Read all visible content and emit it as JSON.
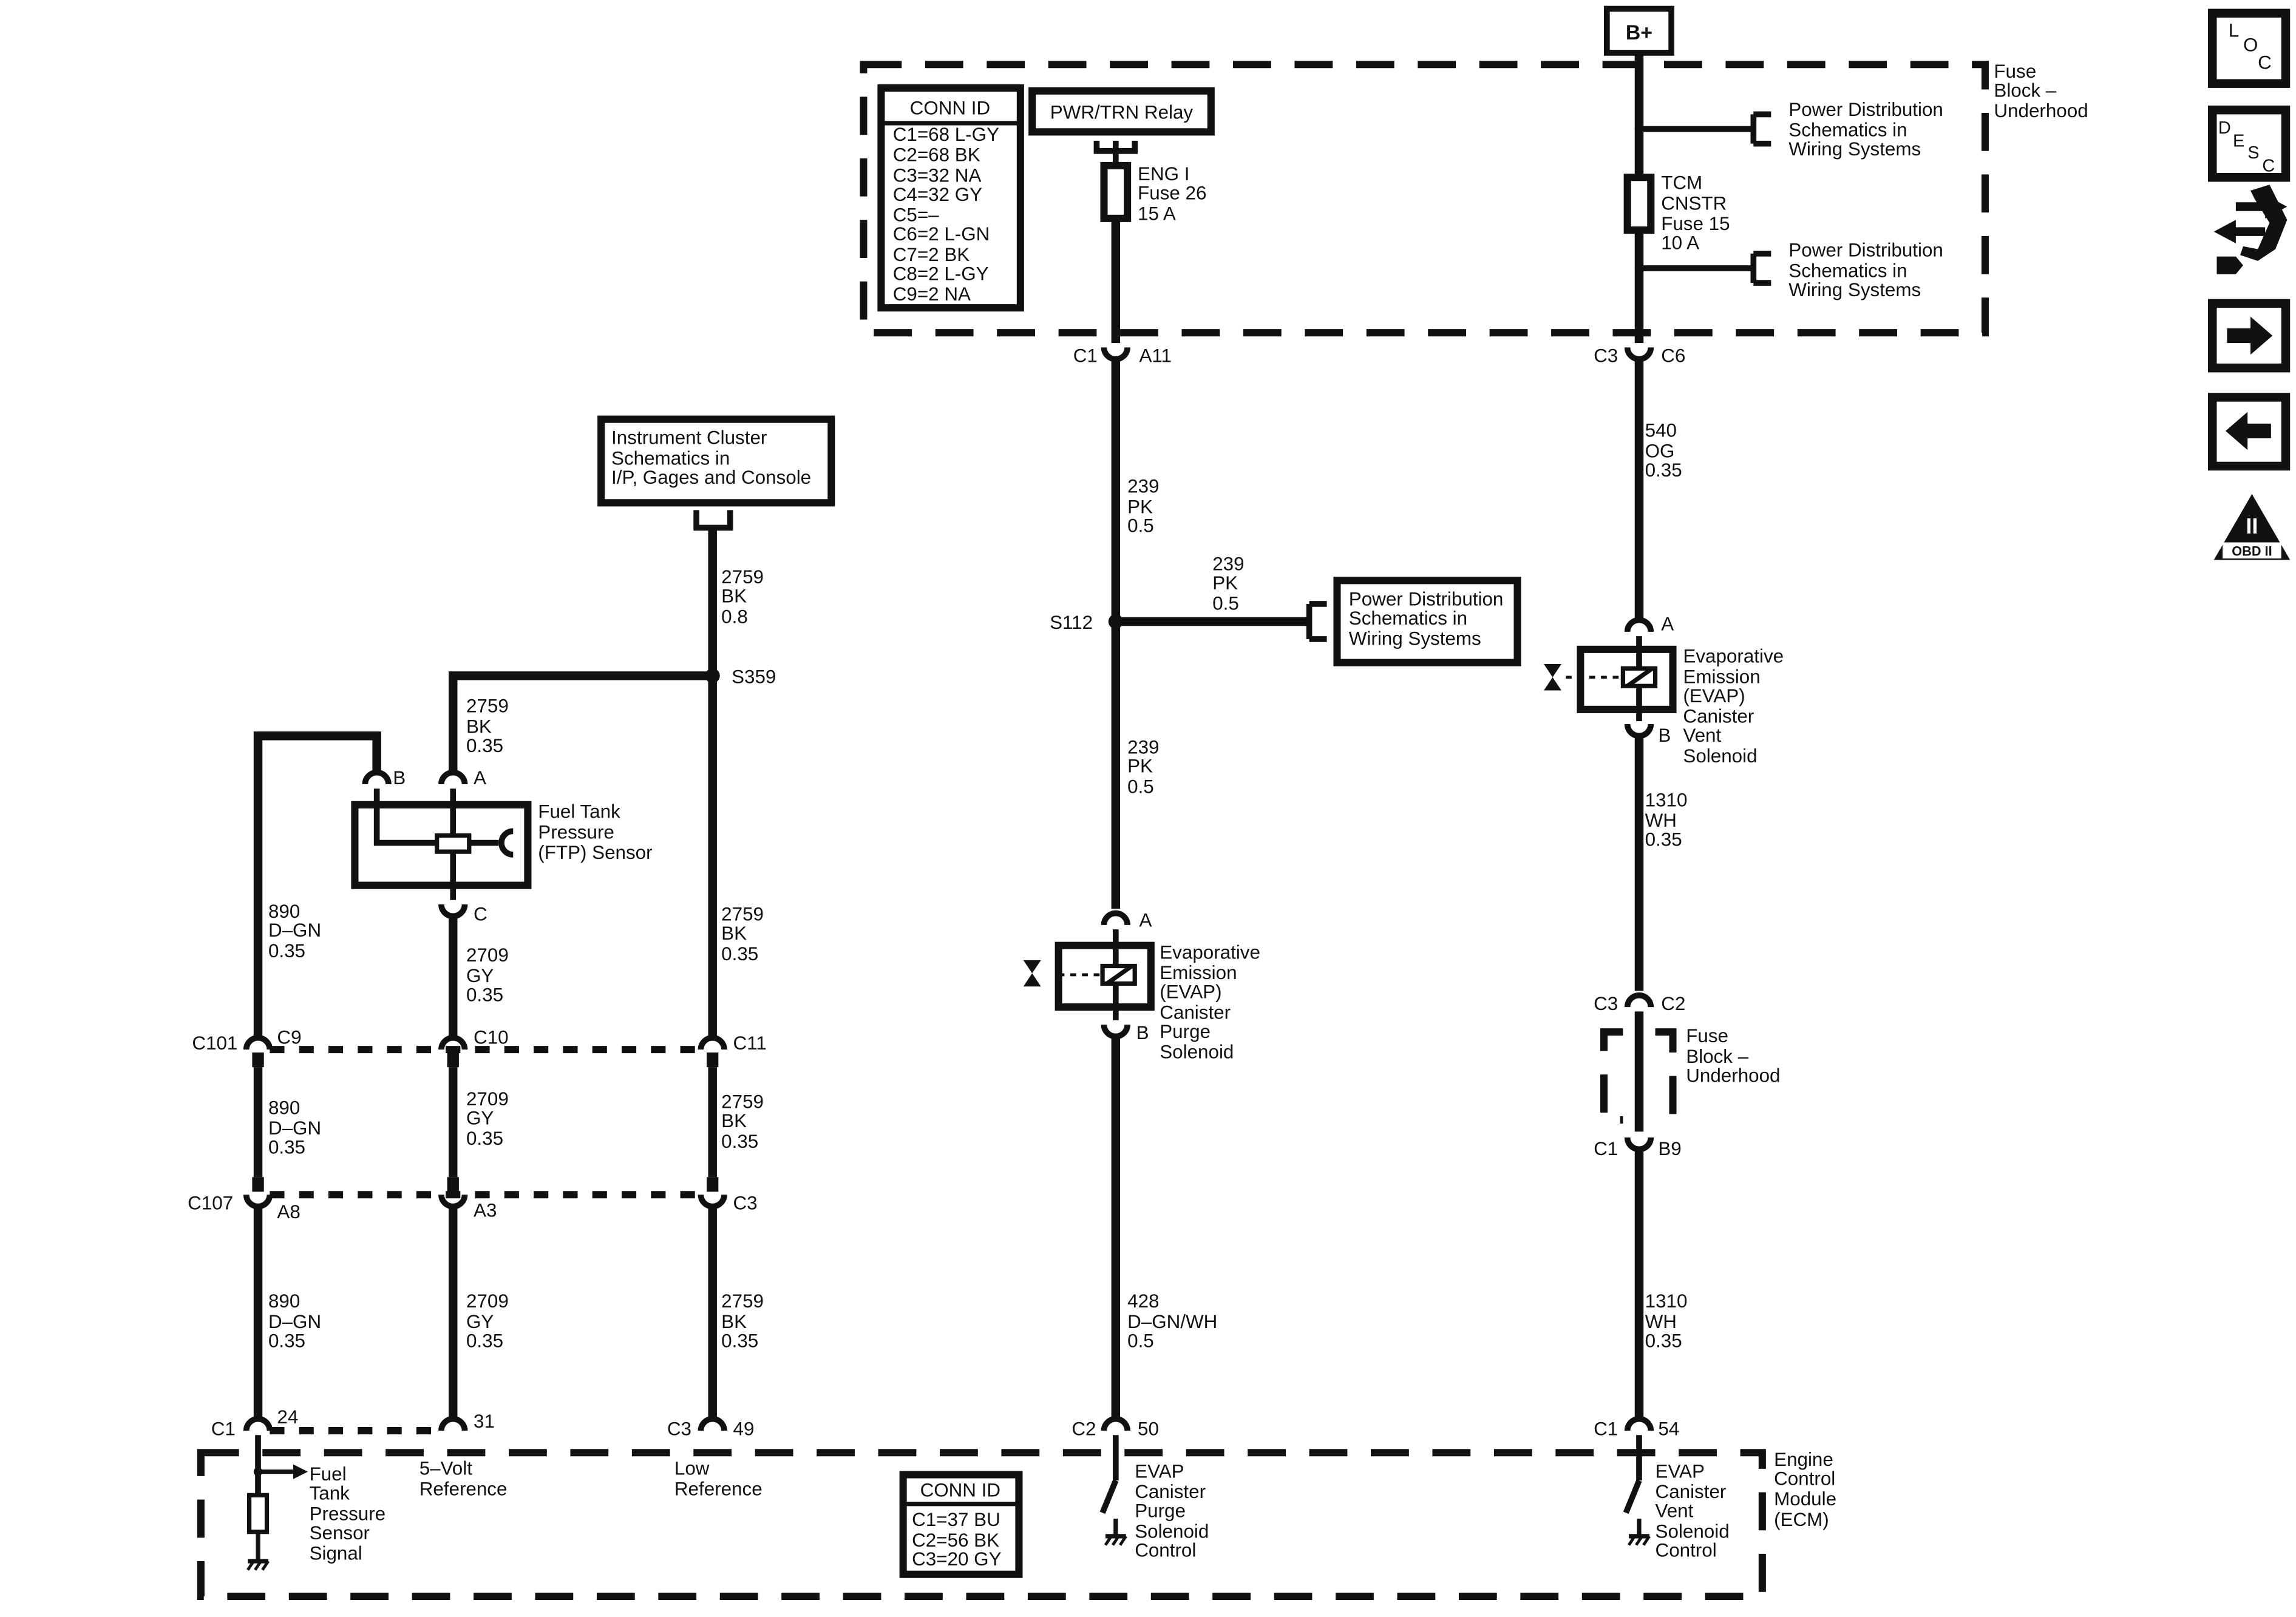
{
  "battery": "B+",
  "fuse_block_top": [
    "Fuse",
    "Block –",
    "Underhood"
  ],
  "conn_id_top": {
    "title": "CONN ID",
    "rows": [
      "C1=68 L-GY",
      "C2=68 BK",
      "C3=32 NA",
      "C4=32 GY",
      "C5=–",
      "C6=2 L-GN",
      "C7=2 BK",
      "C8=2 L-GY",
      "C9=2 NA"
    ]
  },
  "relay": "PWR/TRN Relay",
  "fuse_eng": [
    "ENG I",
    "Fuse 26",
    "15 A"
  ],
  "fuse_tcm": [
    "TCM",
    "CNSTR",
    "Fuse 15",
    "10 A"
  ],
  "power_dist": [
    "Power Distribution",
    "Schematics in",
    "Wiring Systems"
  ],
  "inst_cluster": [
    "Instrument Cluster",
    "Schematics in",
    "I/P, Gages and Console"
  ],
  "connectors": {
    "c1": "C1",
    "a11": "A11",
    "c3": "C3",
    "c6": "C6",
    "c2": "C2",
    "b9": "B9",
    "c101": "C101",
    "c9": "C9",
    "c10": "C10",
    "c11": "C11",
    "c107": "C107",
    "a8": "A8",
    "a3": "A3",
    "p24": "24",
    "p31": "31",
    "p49": "49",
    "p50": "50",
    "p54": "54",
    "pin_a": "A",
    "pin_b": "B",
    "pin_c": "C"
  },
  "splices": {
    "s112": "S112",
    "s359": "S359"
  },
  "wires": {
    "w540": [
      "540",
      "OG",
      "0.35"
    ],
    "w239a": [
      "239",
      "PK",
      "0.5"
    ],
    "w239b": [
      "239",
      "PK",
      "0.5"
    ],
    "w239c": [
      "239",
      "PK",
      "0.5"
    ],
    "w2759a": [
      "2759",
      "BK",
      "0.8"
    ],
    "w2759b": [
      "2759",
      "BK",
      "0.35"
    ],
    "w2759c": [
      "2759",
      "BK",
      "0.35"
    ],
    "w2759d": [
      "2759",
      "BK",
      "0.35"
    ],
    "w2759e": [
      "2759",
      "BK",
      "0.35"
    ],
    "w890a": [
      "890",
      "D–GN",
      "0.35"
    ],
    "w890b": [
      "890",
      "D–GN",
      "0.35"
    ],
    "w890c": [
      "890",
      "D–GN",
      "0.35"
    ],
    "w2709a": [
      "2709",
      "GY",
      "0.35"
    ],
    "w2709b": [
      "2709",
      "GY",
      "0.35"
    ],
    "w2709c": [
      "2709",
      "GY",
      "0.35"
    ],
    "w1310a": [
      "1310",
      "WH",
      "0.35"
    ],
    "w1310b": [
      "1310",
      "WH",
      "0.35"
    ],
    "w428": [
      "428",
      "D–GN/WH",
      "0.5"
    ]
  },
  "ftp_sensor": [
    "Fuel Tank",
    "Pressure",
    "(FTP) Sensor"
  ],
  "evap_purge": [
    "Evaporative",
    "Emission",
    "(EVAP)",
    "Canister",
    "Purge",
    "Solenoid"
  ],
  "evap_vent": [
    "Evaporative",
    "Emission",
    "(EVAP)",
    "Canister",
    "Vent",
    "Solenoid"
  ],
  "fuse_block_mid": [
    "Fuse",
    "Block –",
    "Underhood"
  ],
  "ecm": [
    "Engine",
    "Control",
    "Module",
    "(ECM)"
  ],
  "ecm_signals": {
    "fuel_tank": [
      "Fuel",
      "Tank",
      "Pressure",
      "Sensor",
      "Signal"
    ],
    "five_volt": [
      "5–Volt",
      "Reference"
    ],
    "low_ref": [
      "Low",
      "Reference"
    ],
    "purge_ctrl": [
      "EVAP",
      "Canister",
      "Purge",
      "Solenoid",
      "Control"
    ],
    "vent_ctrl": [
      "EVAP",
      "Canister",
      "Vent",
      "Solenoid",
      "Control"
    ]
  },
  "conn_id_bottom": {
    "title": "CONN ID",
    "rows": [
      "C1=37 BU",
      "C2=56 BK",
      "C3=20 GY"
    ]
  },
  "nav": {
    "loc": [
      "L",
      "O",
      "C"
    ],
    "desc": [
      "D",
      "E",
      "S",
      "C"
    ],
    "obd": "OBD II",
    "obd_numeral": "II"
  }
}
